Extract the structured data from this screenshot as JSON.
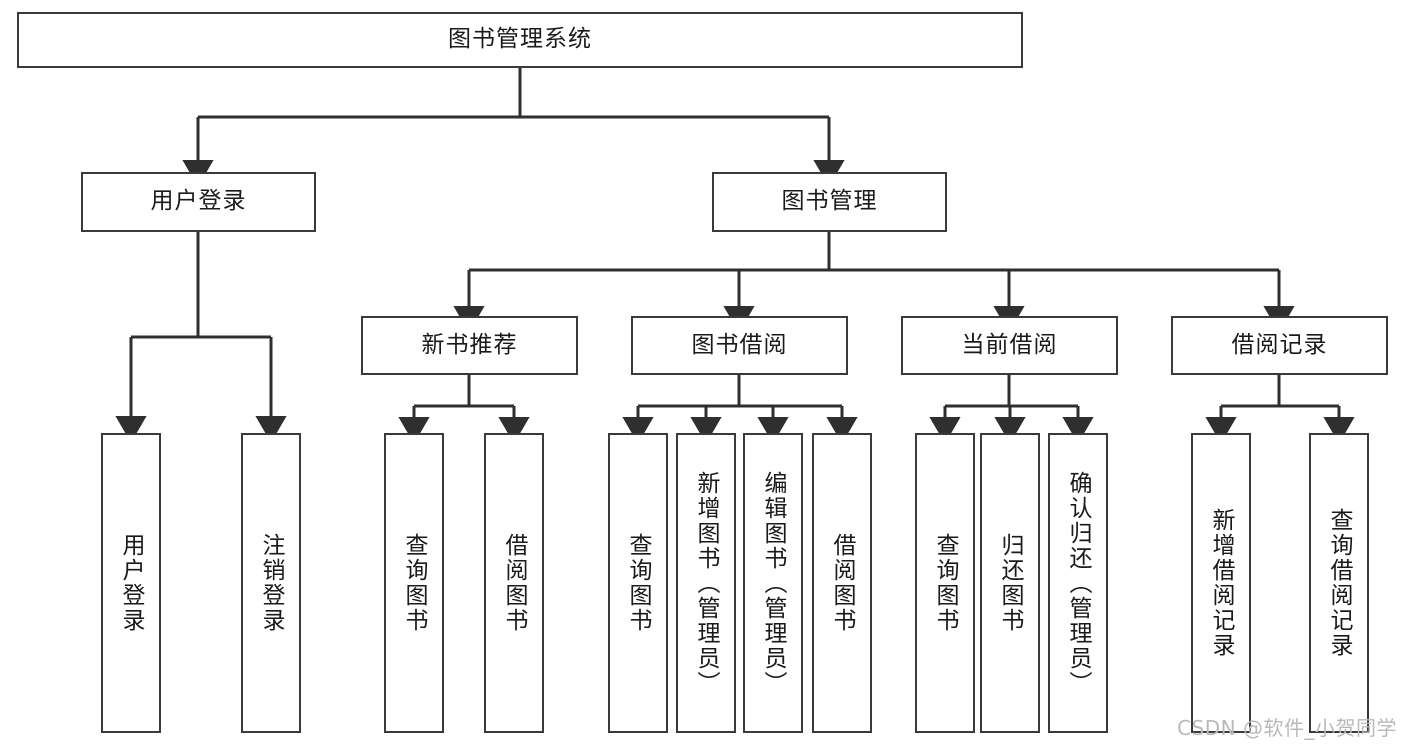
{
  "diagram": {
    "title": "图书管理系统",
    "type": "tree-hierarchy-diagram",
    "colors": {
      "box_border": "#3a3a3a",
      "box_fill": "#ffffff",
      "line": "#2f2f2f",
      "text": "#1a1a1a",
      "watermark": "#b9b9b9"
    },
    "root": {
      "label": "图书管理系统"
    },
    "level2": [
      {
        "label": "用户登录"
      },
      {
        "label": "图书管理"
      }
    ],
    "level3": [
      {
        "label": "新书推荐"
      },
      {
        "label": "图书借阅"
      },
      {
        "label": "当前借阅"
      },
      {
        "label": "借阅记录"
      }
    ],
    "leaves": {
      "user_login": [
        {
          "label": "用户登录"
        },
        {
          "label": "注销登录"
        }
      ],
      "new_book_recommend": [
        {
          "label": "查询图书"
        },
        {
          "label": "借阅图书"
        }
      ],
      "book_borrow": [
        {
          "label": "查询图书"
        },
        {
          "label": "新增图书（管理员）"
        },
        {
          "label": "编辑图书（管理员）"
        },
        {
          "label": "借阅图书"
        }
      ],
      "current_borrow": [
        {
          "label": "查询图书"
        },
        {
          "label": "归还图书"
        },
        {
          "label": "确认归还（管理员）"
        }
      ],
      "borrow_record": [
        {
          "label": "新增借阅记录"
        },
        {
          "label": "查询借阅记录"
        }
      ]
    },
    "watermark": "CSDN @软件_小贺同学"
  }
}
